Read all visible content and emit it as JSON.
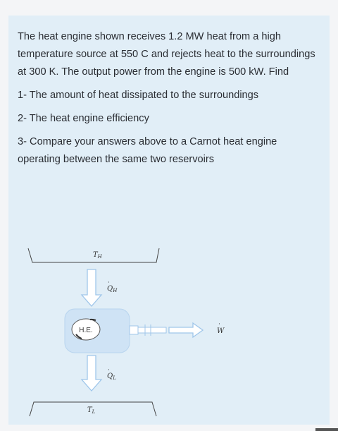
{
  "question": {
    "intro": "The heat engine shown receives 1.2 MW heat from a high temperature source at 550 C and rejects heat to the surroundings at 300 K. The output power from the engine is 500 kW. Find",
    "items": [
      "1- The amount of heat dissipated to the surroundings",
      "2- The heat engine efficiency",
      "3- Compare your answers above to a Carnot heat engine operating between the same two reservoirs"
    ]
  },
  "diagram": {
    "th_label": "T",
    "th_sub": "H",
    "qh_label": "Q",
    "qh_sub": "H",
    "engine_label": "H.E.",
    "w_label": "W",
    "ql_label": "Q",
    "ql_sub": "L",
    "tl_label": "T",
    "tl_sub": "L"
  },
  "colors": {
    "card_bg": "#e1eef7",
    "engine_fill": "#cfe3f5",
    "arrow_stroke": "#9fc6ea"
  }
}
